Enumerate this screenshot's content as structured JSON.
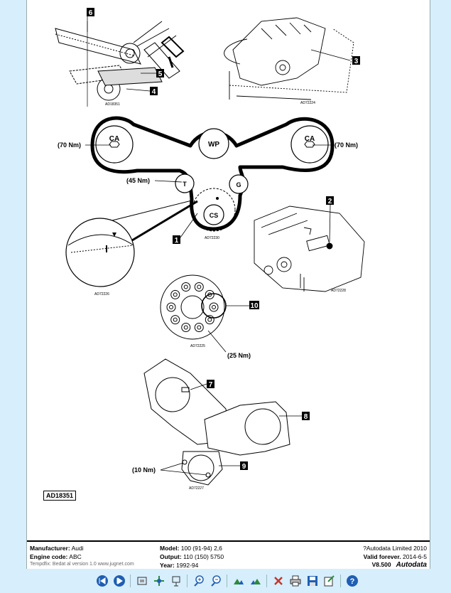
{
  "diagram": {
    "callouts": [
      "6",
      "5",
      "4",
      "3",
      "2",
      "1",
      "10",
      "7",
      "8",
      "9"
    ],
    "pulleys": {
      "cam_left": "CA",
      "cam_right": "CA",
      "water_pump": "WP",
      "tensioner": "T",
      "idler": "G",
      "crank": "CS"
    },
    "torques": {
      "cam_left": "(70 Nm)",
      "cam_right": "(70 Nm)",
      "tensioner": "(45 Nm)",
      "damper": "(25 Nm)",
      "cover": "(10 Nm)"
    },
    "refs": {
      "r1": "AD18351",
      "r2": "AD72224",
      "r3": "AD72230",
      "r4": "AD72226",
      "r5": "AD72228",
      "r6": "AD72225",
      "r7": "AD72227"
    },
    "code_box": "AD18351"
  },
  "footer": {
    "manufacturer_label": "Manufacturer:",
    "manufacturer": "Audi",
    "engine_label": "Engine code:",
    "engine": "ABC",
    "model_label": "Model:",
    "model": "100 (91-94) 2,6",
    "output_label": "Output:",
    "output": "110 (150) 5750",
    "year_label": "Year:",
    "year": "1992-94",
    "copyright": "?Autodata Limited 2010",
    "valid_label": "Valid forever.",
    "valid_date": "2014-6-5",
    "version": "V8.500",
    "brand": "Autodata",
    "trial_text": "Tempdfix: Bedat al version 1.0  www.jugnet.com"
  },
  "toolbar": {
    "icons": [
      "first-page-icon",
      "prev-page-icon",
      "fit-page-icon",
      "move-icon",
      "select-icon",
      "zoom-in-icon",
      "zoom-out-icon",
      "rotate-left-icon",
      "rotate-right-icon",
      "close-icon",
      "print-icon",
      "save-icon",
      "export-icon",
      "help-icon"
    ],
    "colors": {
      "blue": "#1f5fb3",
      "green": "#2e8b3e",
      "red": "#c0392b"
    }
  }
}
